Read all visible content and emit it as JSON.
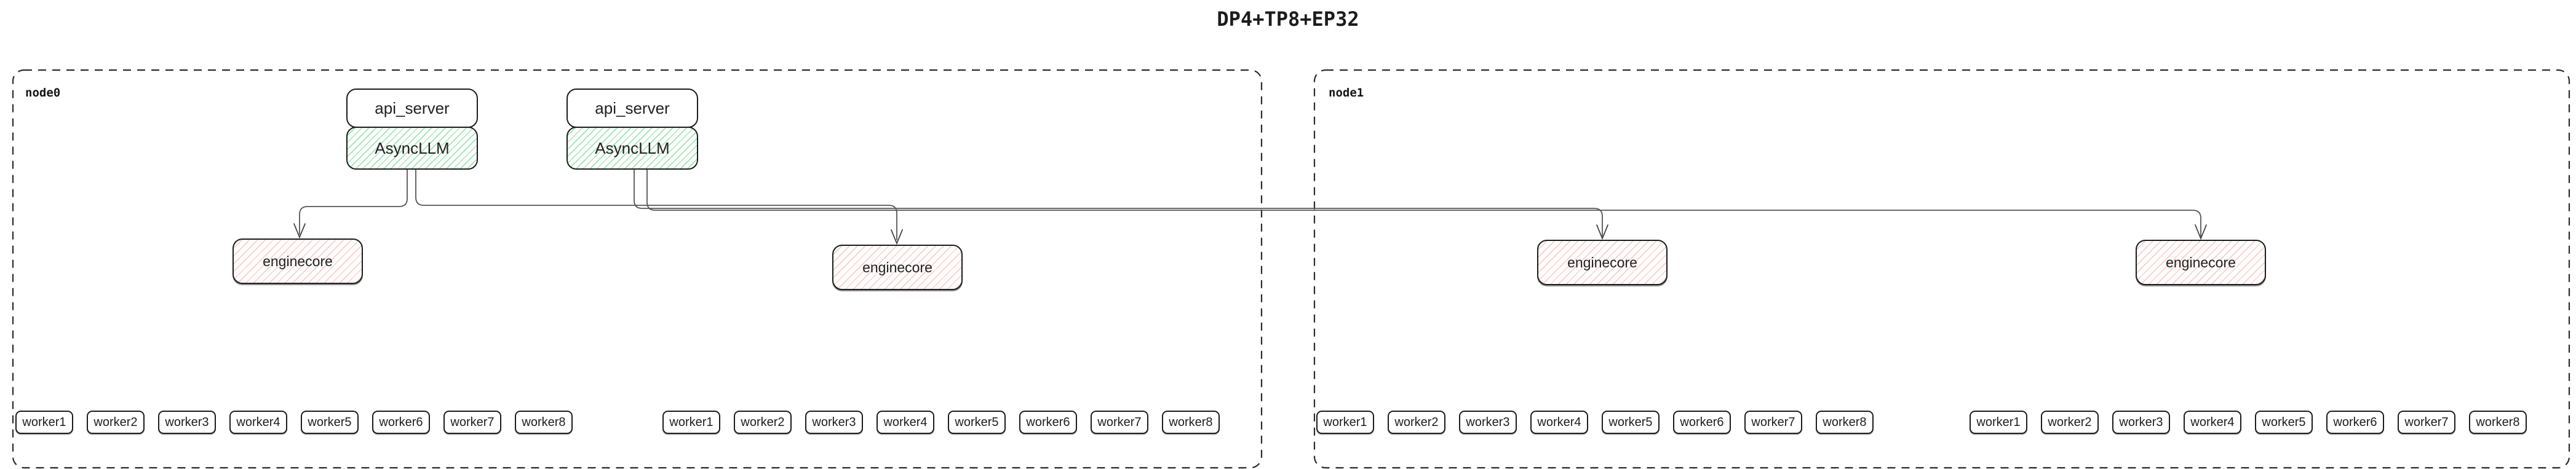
{
  "title": "DP4+TP8+EP32",
  "colors": {
    "background": "#ffffff",
    "box_border": "#1c1c1c",
    "node_border": "#2b2b2b",
    "asyncllm_hatch_green": "#76d898",
    "enginecore_hatch_red": "#eb9693",
    "edge_gray": "#555555",
    "text": "#222222"
  },
  "nodes": [
    {
      "label": "node0",
      "stacks": [
        {
          "api": "api_server",
          "llm": "AsyncLLM"
        },
        {
          "api": "api_server",
          "llm": "AsyncLLM"
        }
      ],
      "enginecores": [
        {
          "label": "enginecore"
        },
        {
          "label": "enginecore"
        }
      ],
      "worker_groups": [
        {
          "workers": [
            "worker1",
            "worker2",
            "worker3",
            "worker4",
            "worker5",
            "worker6",
            "worker7",
            "worker8"
          ]
        },
        {
          "workers": [
            "worker1",
            "worker2",
            "worker3",
            "worker4",
            "worker5",
            "worker6",
            "worker7",
            "worker8"
          ]
        }
      ]
    },
    {
      "label": "node1",
      "stacks": [],
      "enginecores": [
        {
          "label": "enginecore"
        },
        {
          "label": "enginecore"
        }
      ],
      "worker_groups": [
        {
          "workers": [
            "worker1",
            "worker2",
            "worker3",
            "worker4",
            "worker5",
            "worker6",
            "worker7",
            "worker8"
          ]
        },
        {
          "workers": [
            "worker1",
            "worker2",
            "worker3",
            "worker4",
            "worker5",
            "worker6",
            "worker7",
            "worker8"
          ]
        }
      ]
    }
  ],
  "edges": [
    {
      "from": "AsyncLLM-1",
      "to": "enginecore-1"
    },
    {
      "from": "AsyncLLM-1",
      "to": "enginecore-2"
    },
    {
      "from": "AsyncLLM-2",
      "to": "enginecore-3"
    },
    {
      "from": "AsyncLLM-2",
      "to": "enginecore-4"
    }
  ]
}
